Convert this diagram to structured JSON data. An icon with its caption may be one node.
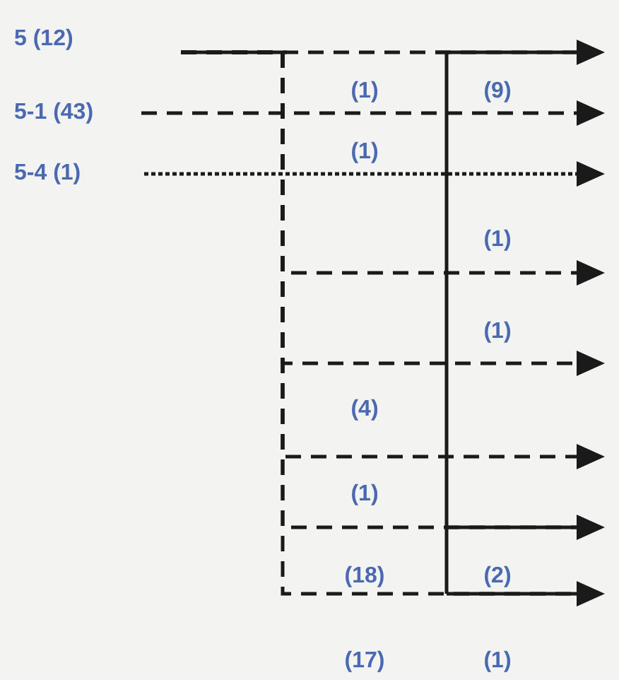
{
  "diagram": {
    "nodes": [
      {
        "text": [
          "5 (12)"
        ]
      },
      {
        "text": [
          "5-1 (43)"
        ]
      },
      {
        "text": [
          "5-4 (1)"
        ]
      }
    ],
    "edges": [
      {
        "from": 0,
        "to": null,
        "arrow": "to",
        "style": "dashed"
      },
      {
        "from": 1,
        "to": null,
        "arrow": "to",
        "style": "dashed"
      },
      {
        "from": 2,
        "to": null,
        "arrow": "to"
      },
      {
        "from": 0,
        "to": null,
        "arrow": "to",
        "style": "dashed"
      },
      {
        "from": 0,
        "to": null,
        "arrow": "to",
        "style": "dashed"
      },
      {
        "from": 0,
        "to": null,
        "arrow": "to",
        "style": "dashed"
      },
      {
        "from": 0,
        "to": null,
        "arrow": "to",
        "style": "dashed"
      },
      {
        "from": 0,
        "to": null,
        "arrow": "to",
        "style": "dashed"
      }
    ],
    "labels": [
      "(1)",
      "(9)",
      "(1)",
      "(1)",
      "(1)",
      "(4)",
      "(1)",
      "(18)",
      "(2)",
      "(17)",
      "(1)"
    ]
  }
}
